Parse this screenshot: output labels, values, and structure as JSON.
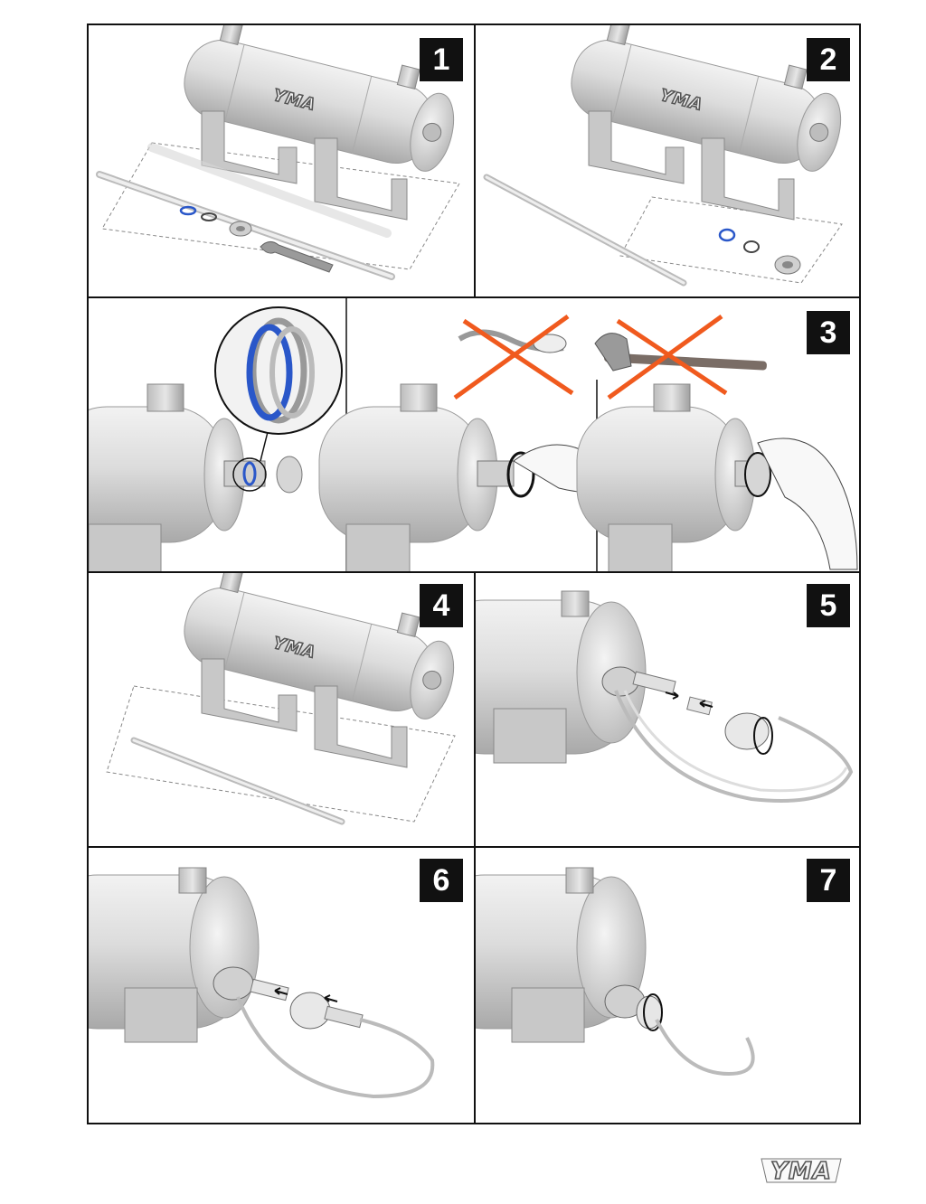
{
  "steps": [
    {
      "number": "1",
      "text_overlay": "YMA"
    },
    {
      "number": "2",
      "text_overlay": "YMA"
    },
    {
      "number": "3"
    },
    {
      "number": "4",
      "text_overlay": "YMA"
    },
    {
      "number": "5"
    },
    {
      "number": "6"
    },
    {
      "number": "7"
    }
  ],
  "logo": {
    "text": "YMA"
  },
  "colors": {
    "frame": "#111111",
    "metal": "#d9d9d9",
    "metal_dark": "#9a9a9a",
    "oring_blue": "#2a57c9",
    "cross_orange": "#f05a1e",
    "step_badge_bg": "#111111",
    "step_badge_text": "#ffffff"
  }
}
